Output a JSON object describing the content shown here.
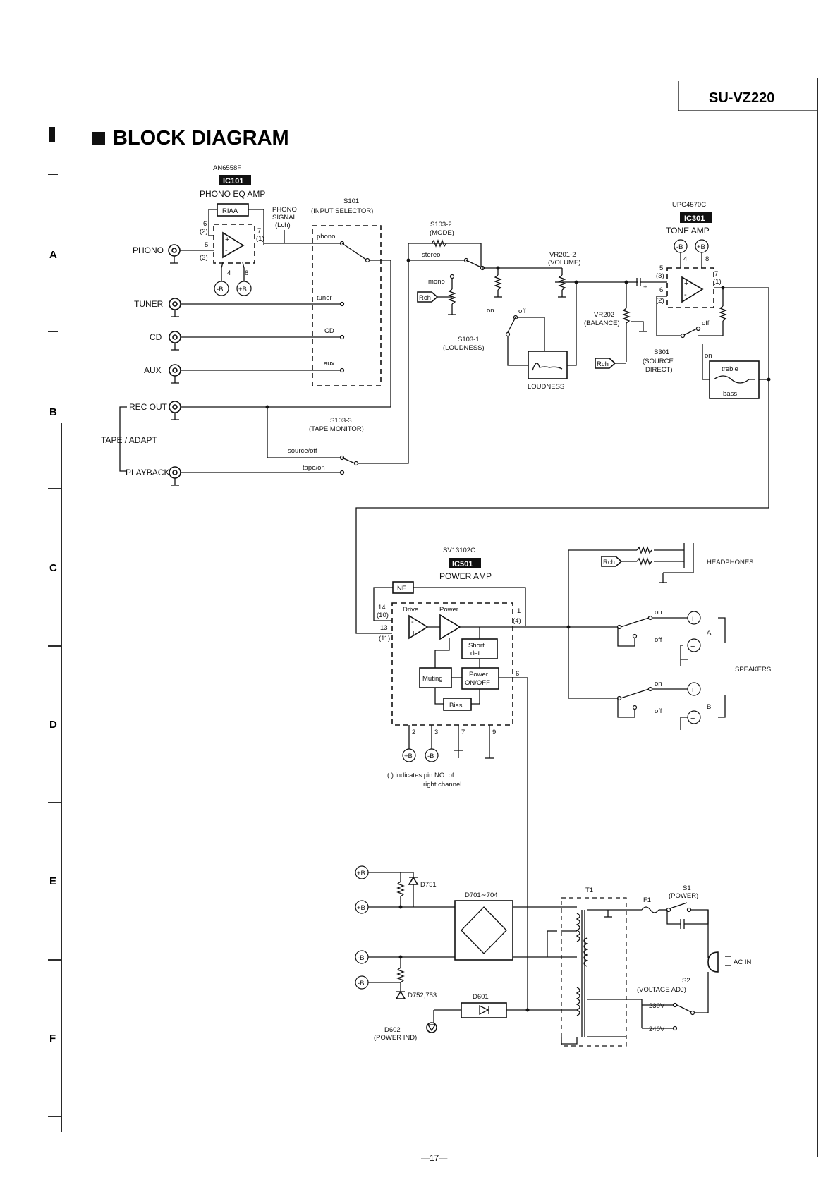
{
  "header": {
    "model": "SU-VZ220",
    "title": "BLOCK DIAGRAM",
    "page_number": "—17—"
  },
  "grid_rows": [
    "A",
    "B",
    "C",
    "D",
    "E",
    "F"
  ],
  "phono_stage": {
    "chip": "AN6558F",
    "ic": "IC101",
    "name": "PHONO EQ AMP",
    "riaa": "RIAA",
    "phono_signal": [
      "PHONO",
      "SIGNAL",
      "(Lch)"
    ],
    "pins": [
      "6",
      "(2)",
      "5",
      "(3)",
      "7",
      "(1)",
      "4",
      "8"
    ],
    "supply_neg": "-B",
    "supply_pos": "+B"
  },
  "inputs": {
    "phono": "PHONO",
    "tuner": "TUNER",
    "cd": "CD",
    "aux": "AUX",
    "rec_out": "REC OUT",
    "tape_adapt": "TAPE / ADAPT",
    "playback": "PLAYBACK"
  },
  "input_selector": {
    "ref": "S101",
    "name": "(INPUT SELECTOR)",
    "positions": [
      "phono",
      "tuner",
      "CD",
      "aux"
    ]
  },
  "mode_switch": {
    "ref": "S103-2",
    "name": "(MODE)",
    "positions": [
      "stereo",
      "mono"
    ],
    "rch": "Rch"
  },
  "loudness_switch": {
    "ref": "S103-1",
    "name": "(LOUDNESS)",
    "on": "on",
    "off": "off",
    "block": "LOUDNESS"
  },
  "tape_monitor": {
    "ref": "S103-3",
    "name": "(TAPE MONITOR)",
    "positions": [
      "source/off",
      "tape/on"
    ]
  },
  "volume": {
    "ref": "VR201-2",
    "name": "(VOLUME)"
  },
  "balance": {
    "ref": "VR202",
    "name": "(BALANCE)",
    "rch": "Rch"
  },
  "tone_stage": {
    "chip": "UPC4570C",
    "ic": "IC301",
    "name": "TONE AMP",
    "supply_neg": "-B",
    "supply_pos": "+B",
    "pins": [
      "4",
      "8",
      "5",
      "(3)",
      "6",
      "(2)",
      "7",
      "(1)"
    ]
  },
  "source_direct": {
    "ref": "S301",
    "name": [
      "(SOURCE",
      "DIRECT)"
    ],
    "on": "on",
    "off": "off",
    "treble": "treble",
    "bass": "bass"
  },
  "power_stage": {
    "chip": "SV13102C",
    "ic": "IC501",
    "name": "POWER AMP",
    "nf": "NF",
    "blocks": {
      "drive": "Drive",
      "power": "Power",
      "short_det": [
        "Short",
        "det."
      ],
      "muting": "Muting",
      "power_onoff": [
        "Power",
        "ON/OFF"
      ],
      "bias": "Bias"
    },
    "pins": [
      "14",
      "(10)",
      "13",
      "(11)",
      "1",
      "(4)",
      "6",
      "2",
      "3",
      "7",
      "9"
    ],
    "supply_pos": "+B",
    "supply_neg": "-B",
    "note": [
      "(  ) indicates pin NO. of",
      "right channel."
    ]
  },
  "outputs": {
    "headphones": "HEADPHONES",
    "rch": "Rch",
    "speakers": "SPEAKERS",
    "a": "A",
    "b": "B",
    "on": "on",
    "off": "off",
    "plus": "+",
    "minus": "−"
  },
  "power_supply": {
    "d751": "D751",
    "bridge": "D701∼704",
    "d752": "D752,753",
    "d601": "D601",
    "d602": [
      "D602",
      "(POWER IND)"
    ],
    "t1": "T1",
    "f1": "F1",
    "s1": [
      "S1",
      "(POWER)"
    ],
    "s2": [
      "S2",
      "(VOLTAGE ADJ)"
    ],
    "v230": "230V",
    "v240": "240V",
    "ac_in": "AC IN",
    "rails": [
      "+B",
      "+B",
      "-B",
      "-B"
    ]
  }
}
